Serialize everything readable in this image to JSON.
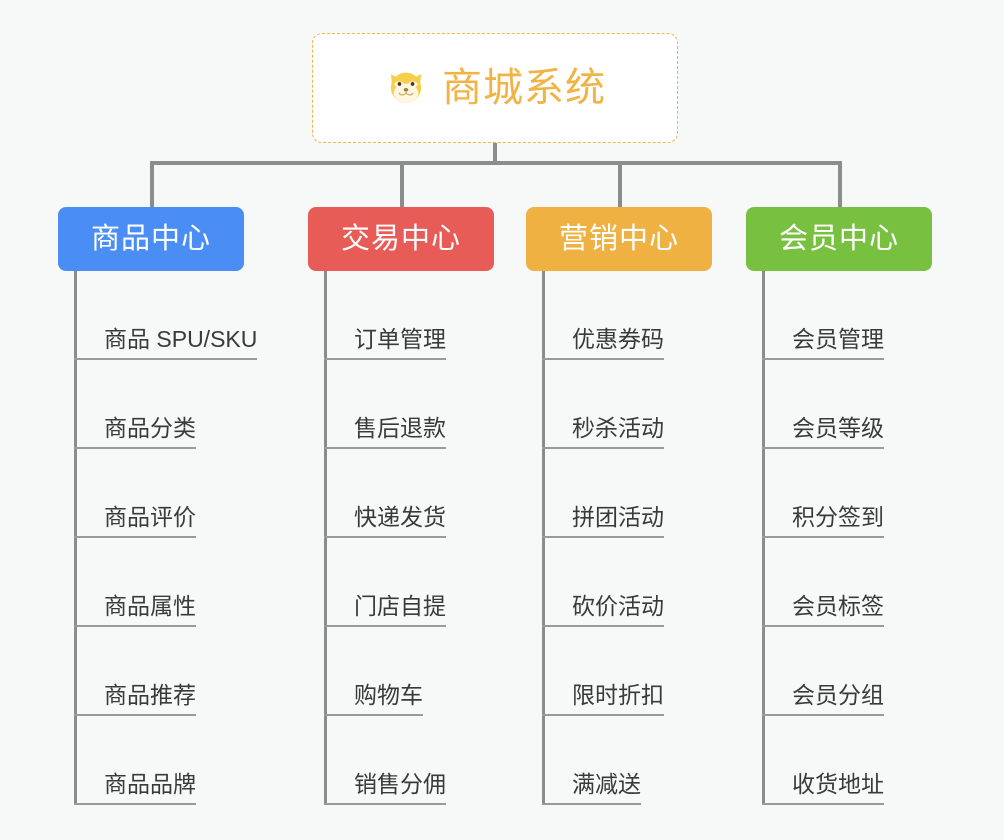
{
  "root": {
    "icon": "shiba-dog-face-icon",
    "icon_glyph": "🐕",
    "title": "商城系统",
    "accent_color": "#f0b344",
    "border_style": "dashed"
  },
  "theme": {
    "background": "#f7f8f8",
    "connector_color": "#8c8c8c",
    "item_text_color": "#3a3a3a",
    "item_rule_color": "#9a9a9a"
  },
  "branches": [
    {
      "id": "product-center",
      "label": "商品中心",
      "color": "#4a8ef5",
      "items": [
        {
          "label": "商品 SPU/SKU"
        },
        {
          "label": "商品分类"
        },
        {
          "label": "商品评价"
        },
        {
          "label": "商品属性"
        },
        {
          "label": "商品推荐"
        },
        {
          "label": "商品品牌"
        }
      ]
    },
    {
      "id": "trade-center",
      "label": "交易中心",
      "color": "#e85c58",
      "items": [
        {
          "label": "订单管理"
        },
        {
          "label": "售后退款"
        },
        {
          "label": "快递发货"
        },
        {
          "label": "门店自提"
        },
        {
          "label": "购物车"
        },
        {
          "label": "销售分佣"
        }
      ]
    },
    {
      "id": "marketing-center",
      "label": "营销中心",
      "color": "#efb142",
      "items": [
        {
          "label": "优惠券码"
        },
        {
          "label": "秒杀活动"
        },
        {
          "label": "拼团活动"
        },
        {
          "label": "砍价活动"
        },
        {
          "label": "限时折扣"
        },
        {
          "label": "满减送"
        }
      ]
    },
    {
      "id": "member-center",
      "label": "会员中心",
      "color": "#78c040",
      "items": [
        {
          "label": "会员管理"
        },
        {
          "label": "会员等级"
        },
        {
          "label": "积分签到"
        },
        {
          "label": "会员标签"
        },
        {
          "label": "会员分组"
        },
        {
          "label": "收货地址"
        }
      ]
    }
  ]
}
